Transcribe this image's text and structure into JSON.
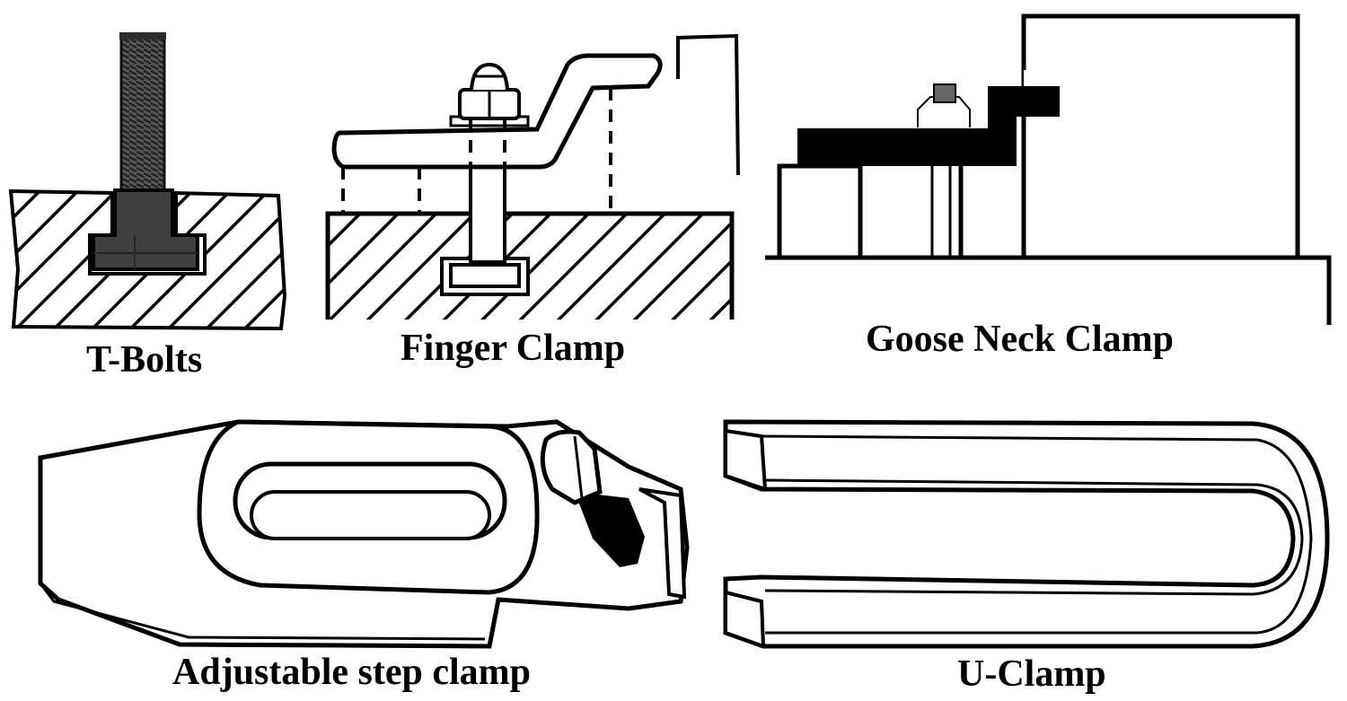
{
  "captions": {
    "t_bolts": "T-Bolts",
    "finger_clamp": "Finger Clamp",
    "goose_neck_clamp": "Goose Neck Clamp",
    "adjustable_step_clamp": "Adjustable step clamp",
    "u_clamp": "U-Clamp"
  },
  "colors": {
    "ink": "#000000",
    "paper": "#ffffff",
    "bolt": "#3a3a3a"
  }
}
